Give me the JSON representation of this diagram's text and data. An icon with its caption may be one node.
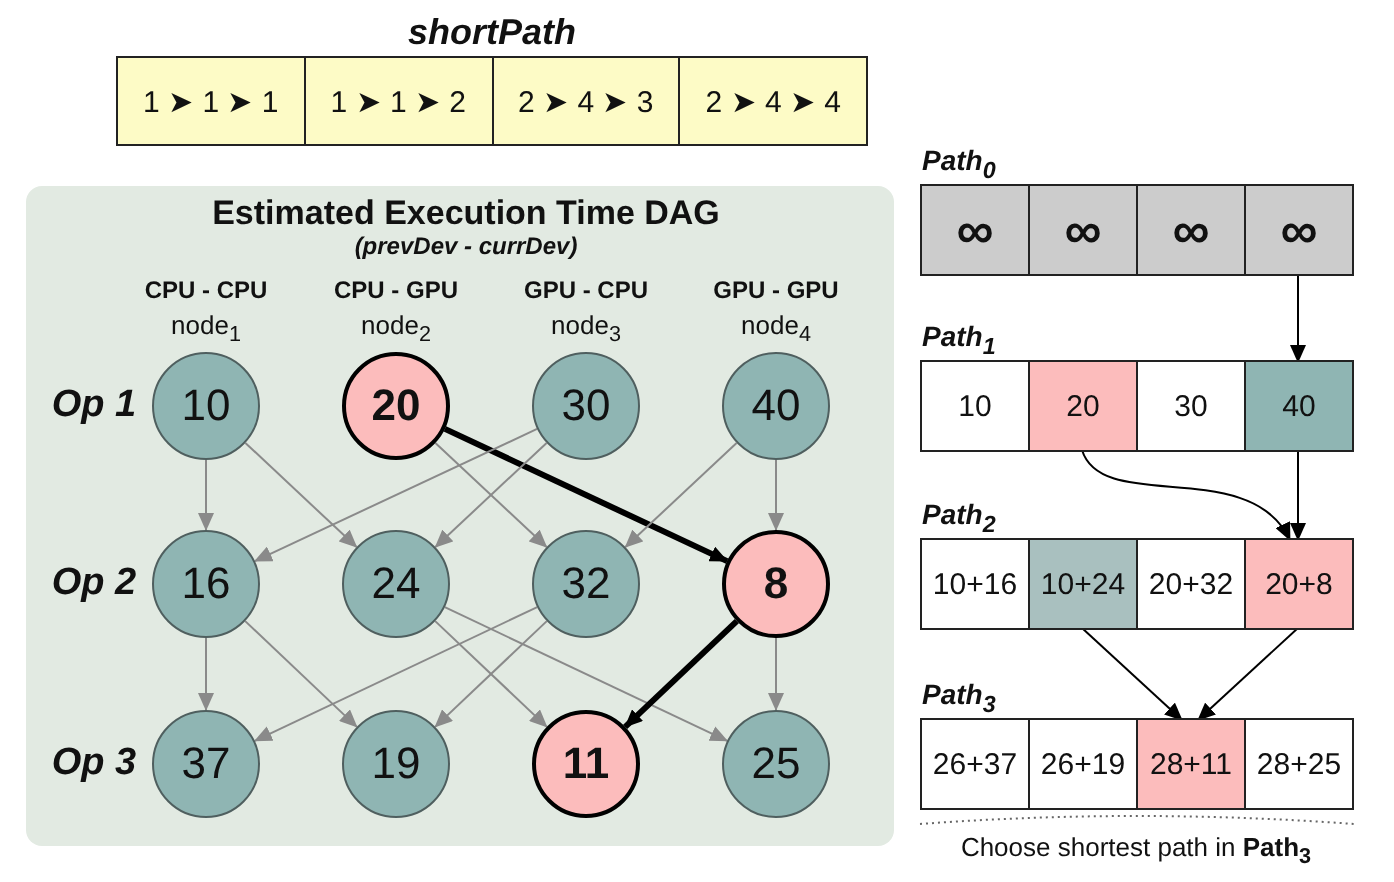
{
  "diagram": {
    "nodes": [
      {
        "text": [
          "shortPath"
        ]
      },
      {
        "text": [
          "1 ➤ 1 ➤ 1"
        ],
        "in": 0
      },
      {
        "text": [
          "1 ➤ 1 ➤ 2"
        ],
        "in": 0
      },
      {
        "text": [
          "2 ➤ 4 ➤ 3"
        ],
        "in": 0
      },
      {
        "text": [
          "2 ➤ 4 ➤ 4"
        ],
        "in": 0
      },
      {
        "text": [
          "Estimated Execution Time DAG",
          "(prevDev - currDev)"
        ]
      },
      {
        "text": [
          "10"
        ],
        "in": 5
      },
      {
        "text": [
          "20"
        ],
        "in": 5
      },
      {
        "text": [
          "30"
        ],
        "in": 5
      },
      {
        "text": [
          "40"
        ],
        "in": 5
      },
      {
        "text": [
          "16"
        ],
        "in": 5
      },
      {
        "text": [
          "24"
        ],
        "in": 5
      },
      {
        "text": [
          "32"
        ],
        "in": 5
      },
      {
        "text": [
          "8"
        ],
        "in": 5
      },
      {
        "text": [
          "37"
        ],
        "in": 5
      },
      {
        "text": [
          "19"
        ],
        "in": 5
      },
      {
        "text": [
          "11"
        ],
        "in": 5
      },
      {
        "text": [
          "25"
        ],
        "in": 5
      },
      {
        "text": [
          "Path$_{0}$"
        ]
      },
      {
        "text": [
          "∞"
        ],
        "in": 18
      },
      {
        "text": [
          "∞"
        ],
        "in": 18
      },
      {
        "text": [
          "∞"
        ],
        "in": 18
      },
      {
        "text": [
          "∞"
        ],
        "in": 18
      },
      {
        "text": [
          "Path$_{1}$"
        ]
      },
      {
        "text": [
          "10"
        ],
        "in": 23
      },
      {
        "text": [
          "20"
        ],
        "in": 23
      },
      {
        "text": [
          "30"
        ],
        "in": 23
      },
      {
        "text": [
          "40"
        ],
        "in": 23
      },
      {
        "text": [
          "Path$_{2}$"
        ]
      },
      {
        "text": [
          "10+16"
        ],
        "in": 28
      },
      {
        "text": [
          "10+24"
        ],
        "in": 28
      },
      {
        "text": [
          "20+32"
        ],
        "in": 28
      },
      {
        "text": [
          "20+8"
        ],
        "in": 28
      },
      {
        "text": [
          "Path$_{3}$"
        ]
      },
      {
        "text": [
          "26+37"
        ],
        "in": 33
      },
      {
        "text": [
          "26+19"
        ],
        "in": 33
      },
      {
        "text": [
          "28+11"
        ],
        "in": 33
      },
      {
        "text": [
          "28+25"
        ],
        "in": 33
      }
    ],
    "edges": [
      {
        "from": 6,
        "to": 10,
        "arrow": "to"
      },
      {
        "from": 6,
        "to": 11,
        "arrow": "to"
      },
      {
        "from": 7,
        "to": 12,
        "arrow": "to"
      },
      {
        "from": 7,
        "to": 13,
        "arrow": "to",
        "style": "thick",
        "color": "#000000"
      },
      {
        "from": 8,
        "to": 10,
        "arrow": "to"
      },
      {
        "from": 8,
        "to": 11,
        "arrow": "to"
      },
      {
        "from": 9,
        "to": 12,
        "arrow": "to"
      },
      {
        "from": 9,
        "to": 13,
        "arrow": "to"
      },
      {
        "from": 10,
        "to": 14,
        "arrow": "to"
      },
      {
        "from": 10,
        "to": 15,
        "arrow": "to"
      },
      {
        "from": 11,
        "to": 16,
        "arrow": "to"
      },
      {
        "from": 11,
        "to": 17,
        "arrow": "to"
      },
      {
        "from": 12,
        "to": 14,
        "arrow": "to"
      },
      {
        "from": 12,
        "to": 15,
        "arrow": "to"
      },
      {
        "from": 13,
        "to": 16,
        "arrow": "to",
        "style": "thick",
        "color": "#000000"
      },
      {
        "from": 13,
        "to": 17,
        "arrow": "to"
      },
      {
        "from": 22,
        "to": 27,
        "arrow": "to",
        "color": "#000000"
      },
      {
        "from": 25,
        "to": 32,
        "arrow": "to",
        "color": "#000000"
      },
      {
        "from": 27,
        "to": 32,
        "arrow": "to",
        "color": "#000000"
      },
      {
        "from": 30,
        "to": 36,
        "arrow": "to",
        "color": "#000000"
      },
      {
        "from": 32,
        "to": 36,
        "arrow": "to",
        "color": "#000000"
      }
    ],
    "labels": [
      "CPU - CPU",
      "CPU - GPU",
      "GPU - CPU",
      "GPU - GPU",
      "node$_{1}$",
      "node$_{2}$",
      "node$_{3}$",
      "node$_{4}$",
      "Op 1",
      "Op 2",
      "Op 3",
      "Choose shortest path in **Path$_{3}$**"
    ]
  }
}
